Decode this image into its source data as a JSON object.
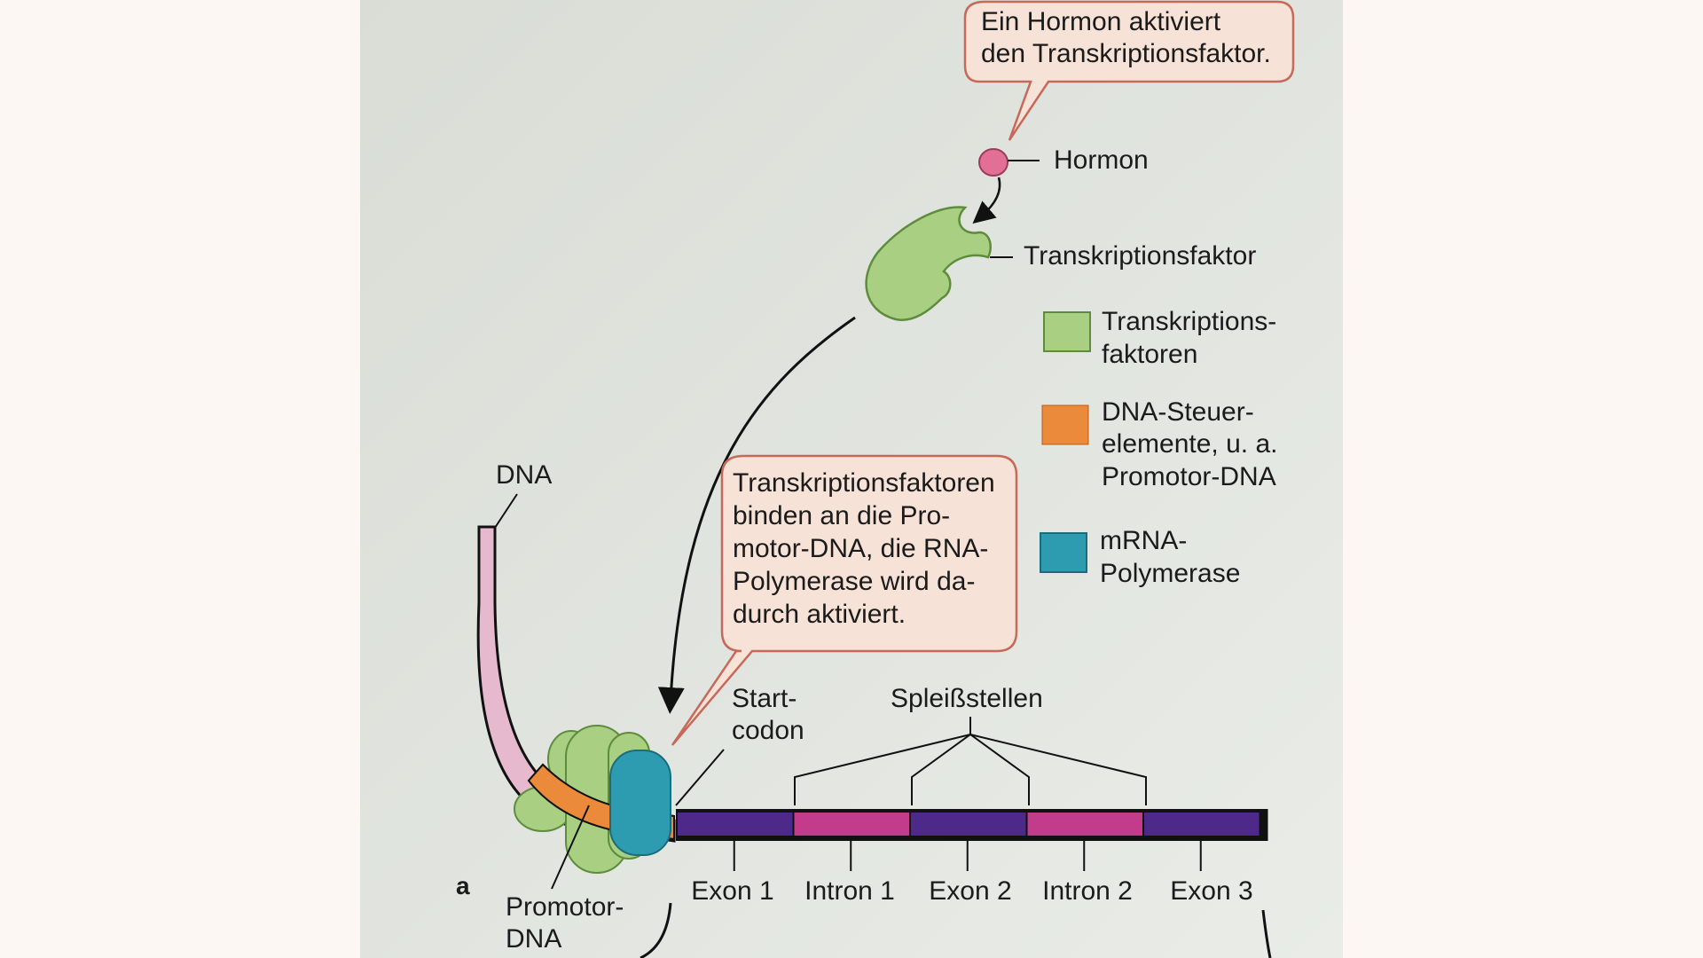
{
  "callouts": {
    "hormone": [
      "Ein Hormon aktiviert",
      "den Transkriptionsfaktor."
    ],
    "binding": [
      "Transkriptionsfaktoren",
      "binden an die Pro-",
      "motor-DNA, die RNA-",
      "Polymerase wird da-",
      "durch aktiviert."
    ]
  },
  "labels": {
    "hormon": "Hormon",
    "transkriptionsfaktor": "Transkriptionsfaktor",
    "dna": "DNA",
    "startcodon": [
      "Start-",
      "codon"
    ],
    "spleissstellen": "Spleißstellen",
    "promotor_dna": [
      "Promotor-",
      "DNA"
    ],
    "panel": "a"
  },
  "legend": [
    {
      "name": "transkriptionsfaktoren",
      "color": "#a8cf82",
      "lines": [
        "Transkriptions-",
        "faktoren"
      ]
    },
    {
      "name": "dna-steuerelemente",
      "color": "#ea8a3a",
      "lines": [
        "DNA-Steuer-",
        "elemente, u. a.",
        "Promotor-DNA"
      ]
    },
    {
      "name": "mrna-polymerase",
      "color": "#2d9bb0",
      "lines": [
        "mRNA-",
        "Polymerase"
      ]
    }
  ],
  "segments": [
    {
      "name": "exon-1",
      "label": "Exon 1",
      "color": "#4d2a8a"
    },
    {
      "name": "intron-1",
      "label": "Intron 1",
      "color": "#c33c8c"
    },
    {
      "name": "exon-2",
      "label": "Exon 2",
      "color": "#4d2a8a"
    },
    {
      "name": "intron-2",
      "label": "Intron 2",
      "color": "#c33c8c"
    },
    {
      "name": "exon-3",
      "label": "Exon 3",
      "color": "#4d2a8a"
    }
  ],
  "colors": {
    "hormone": "#e26f95",
    "transcription_factor": "#a8cf82",
    "promoter": "#ea8a3a",
    "polymerase": "#2d9bb0",
    "dna_upstream": "#e7b9cf",
    "callout_border": "#c7695a",
    "callout_fill": "#f6e2d6"
  }
}
